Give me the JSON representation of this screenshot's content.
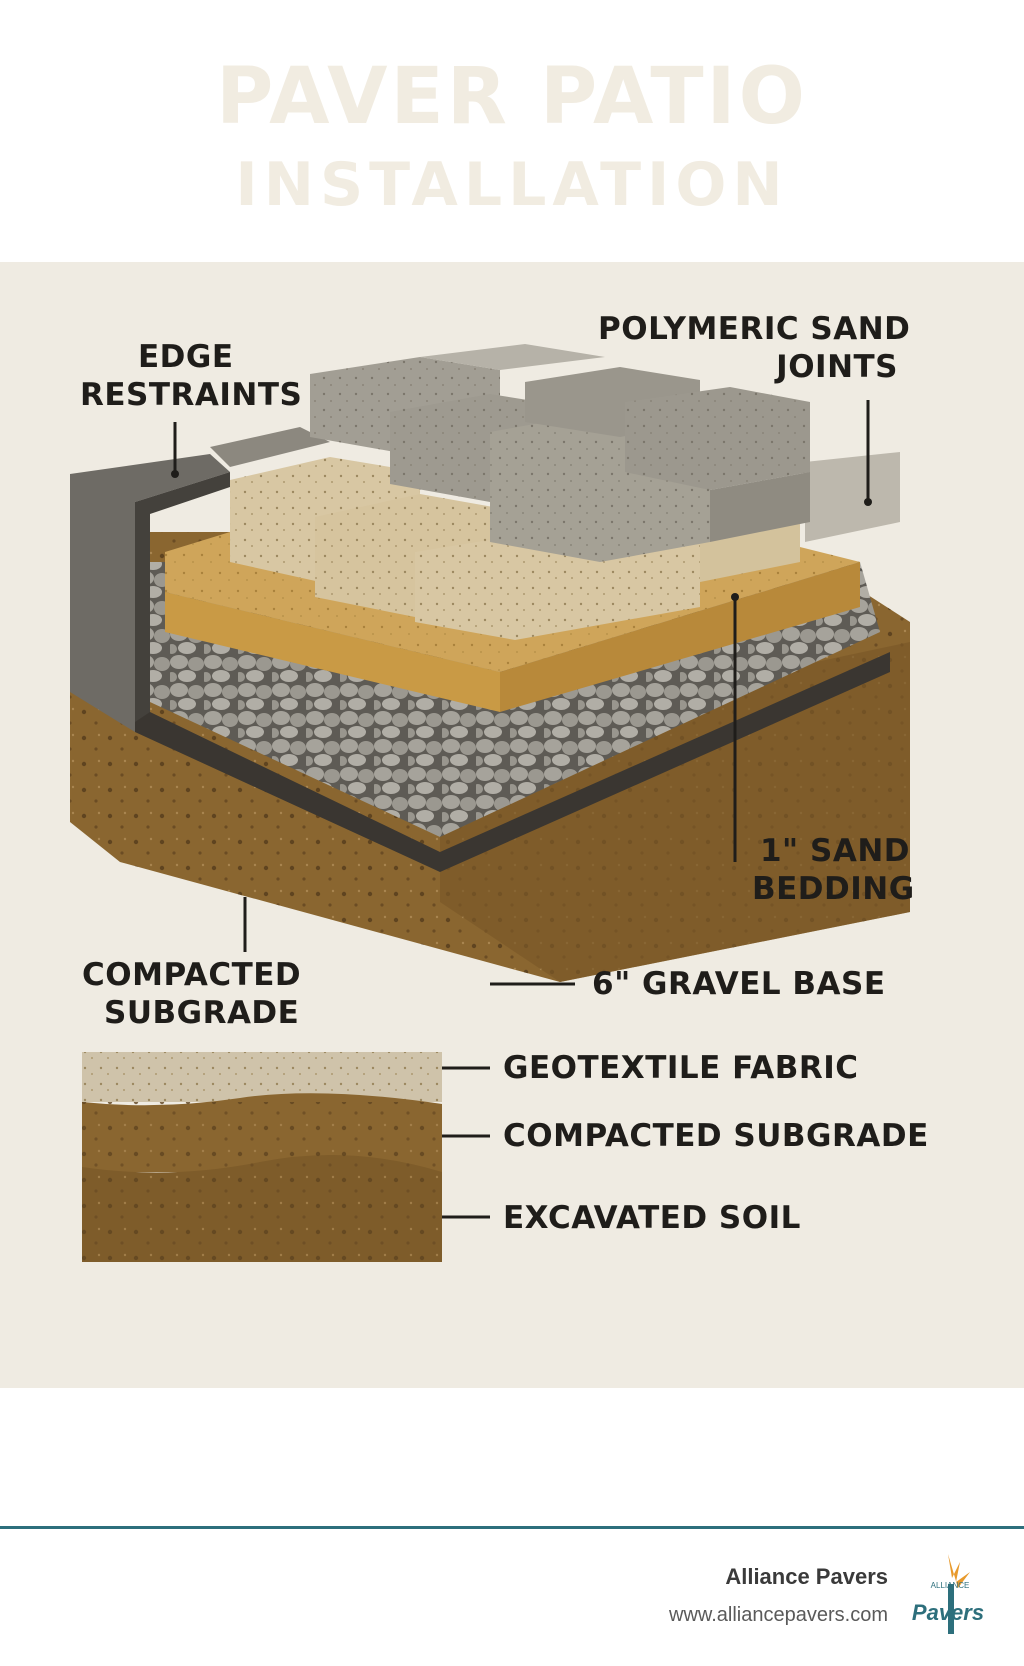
{
  "title": {
    "line1": "PAVER PATIO",
    "line2": "INSTALLATION"
  },
  "labels": {
    "edge_restraints": [
      "EDGE",
      "RESTRAINTS"
    ],
    "polymeric_sand": [
      "POLYMERIC SAND",
      "JOINTS"
    ],
    "sand_bedding": [
      "1\" SAND",
      "BEDDING"
    ],
    "compacted_subgrade_main": [
      "COMPACTED",
      "SUBGRADE"
    ],
    "gravel_base": "6\" GRAVEL BASE",
    "geotextile": "GEOTEXTILE FABRIC",
    "compacted_subgrade_inset": "COMPACTED SUBGRADE",
    "excavated_soil": "EXCAVATED SOIL"
  },
  "footer": {
    "brand": "Alliance Pavers",
    "url": "www.alliancepavers.com",
    "logo_text": "Pavers",
    "logo_small_text": "ALLIANCE"
  },
  "colors": {
    "accent_line": "#2d6f7c",
    "paver_gray": "#9a968c",
    "paver_tan": "#d8c7a3",
    "sand": "#d9b56a",
    "gravel": "#8e8b84",
    "soil": "#8a6630",
    "title": "#f1ece1"
  }
}
